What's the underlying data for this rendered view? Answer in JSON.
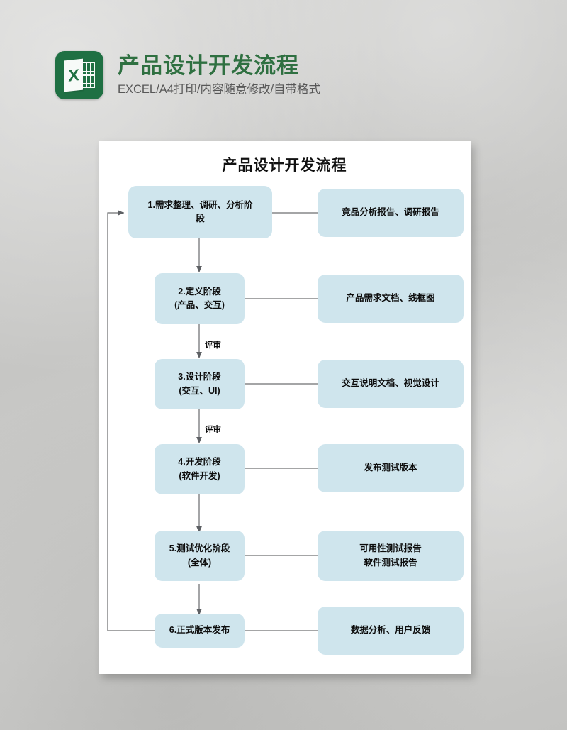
{
  "header": {
    "icon": "excel-icon",
    "icon_letter": "X",
    "title": "产品设计开发流程",
    "subtitle": "EXCEL/A4打印/内容随意修改/自带格式",
    "title_color": "#2f7041"
  },
  "card": {
    "flow_title": "产品设计开发流程",
    "background": "#ffffff"
  },
  "diagram": {
    "node_fill": "#cfe5ed",
    "connector_color": "#6d6f72",
    "stages": [
      {
        "id": "stage-1",
        "lines": [
          "1.需求整理、调研、分析阶",
          "段"
        ],
        "output_lines": [
          "竟品分析报告、调研报告"
        ],
        "arrow_label": ""
      },
      {
        "id": "stage-2",
        "lines": [
          "2.定义阶段",
          "(产品、交互)"
        ],
        "output_lines": [
          "产品需求文档、线框图"
        ],
        "arrow_label": "评审"
      },
      {
        "id": "stage-3",
        "lines": [
          "3.设计阶段",
          "(交互、UI)"
        ],
        "output_lines": [
          "交互说明文档、视觉设计"
        ],
        "arrow_label": "评审"
      },
      {
        "id": "stage-4",
        "lines": [
          "4.开发阶段",
          "(软件开发)"
        ],
        "output_lines": [
          "发布测试版本"
        ],
        "arrow_label": ""
      },
      {
        "id": "stage-5",
        "lines": [
          "5.测试优化阶段",
          "(全体)"
        ],
        "output_lines": [
          "可用性测试报告",
          "软件测试报告"
        ],
        "arrow_label": ""
      },
      {
        "id": "stage-6",
        "lines": [
          "6.正式版本发布"
        ],
        "output_lines": [
          "数据分析、用户反馈"
        ],
        "arrow_label": ""
      }
    ]
  }
}
